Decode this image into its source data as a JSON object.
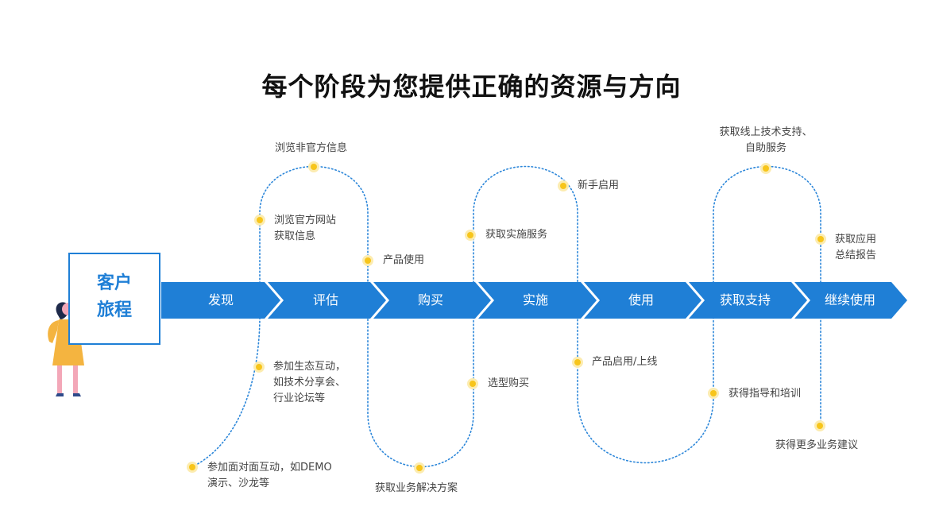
{
  "title": "每个阶段为您提供正确的资源与方向",
  "journey_label": "客户\n旅程",
  "colors": {
    "arrow": "#1f7fd6",
    "dot": "#f7c51b",
    "dot_halo": "#fcecb0",
    "path": "#2b86d9"
  },
  "stages": [
    "发现",
    "评估",
    "购买",
    "实施",
    "使用",
    "获取支持",
    "继续使用"
  ],
  "touchpoints": [
    {
      "text": "参加面对面互动，如DEMO\n演示、沙龙等"
    },
    {
      "text": "参加生态互动，\n如技术分享会、\n行业论坛等"
    },
    {
      "text": "浏览官方网站\n获取信息"
    },
    {
      "text": "浏览非官方信息"
    },
    {
      "text": "产品使用"
    },
    {
      "text": "获取业务解决方案"
    },
    {
      "text": "选型购买"
    },
    {
      "text": "获取实施服务"
    },
    {
      "text": "新手启用"
    },
    {
      "text": "产品启用/上线"
    },
    {
      "text": "获得指导和培训"
    },
    {
      "text": "获取线上技术支持、\n自助服务"
    },
    {
      "text": "获取应用\n总结报告"
    },
    {
      "text": "获得更多业务建议"
    }
  ]
}
